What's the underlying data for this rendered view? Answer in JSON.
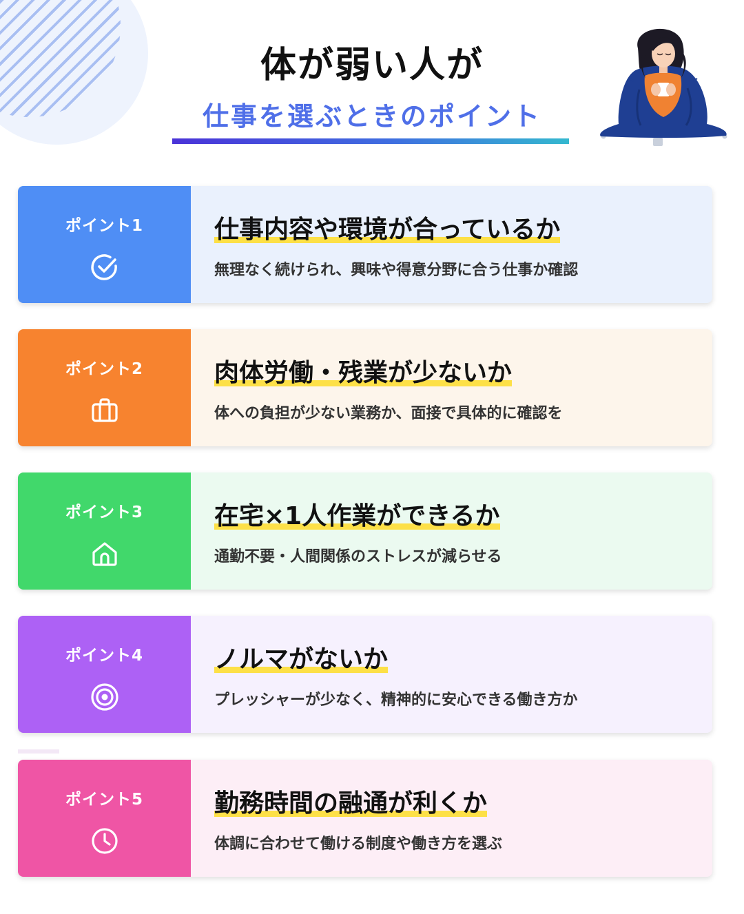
{
  "header": {
    "title": "体が弱い人が",
    "subtitle": "仕事を選ぶときのポイント",
    "accent_colors": [
      "#4a33d8",
      "#3f6ee0",
      "#34b8cf"
    ]
  },
  "illustration": {
    "icon": "sick-woman-wrapped-in-blanket-illustration"
  },
  "points": [
    {
      "label": "ポイント1",
      "icon": "check-circle-icon",
      "title": "仕事内容や環境が合っているか",
      "description": "無理なく続けられ、興味や得意分野に合う仕事か確認",
      "accent_color": "#4f8ef5",
      "background_color": "#eaf1fd"
    },
    {
      "label": "ポイント2",
      "icon": "briefcase-icon",
      "title": "肉体労働・残業が少ないか",
      "description": "体への負担が少ない業務か、面接で具体的に確認を",
      "accent_color": "#f7832f",
      "background_color": "#fdf5eb"
    },
    {
      "label": "ポイント3",
      "icon": "home-icon",
      "title": "在宅×1人作業ができるか",
      "description": "通勤不要・人間関係のストレスが減らせる",
      "accent_color": "#41d86b",
      "background_color": "#ebfaf0"
    },
    {
      "label": "ポイント4",
      "icon": "target-icon",
      "title": "ノルマがないか",
      "description": "プレッシャーが少なく、精神的に安心できる働き方か",
      "accent_color": "#ad61f5",
      "background_color": "#f6f1fe"
    },
    {
      "label": "ポイント5",
      "icon": "clock-icon",
      "title": "勤務時間の融通が利くか",
      "description": "体調に合わせて働ける制度や働き方を選ぶ",
      "accent_color": "#ef55a5",
      "background_color": "#fdeef6"
    }
  ]
}
